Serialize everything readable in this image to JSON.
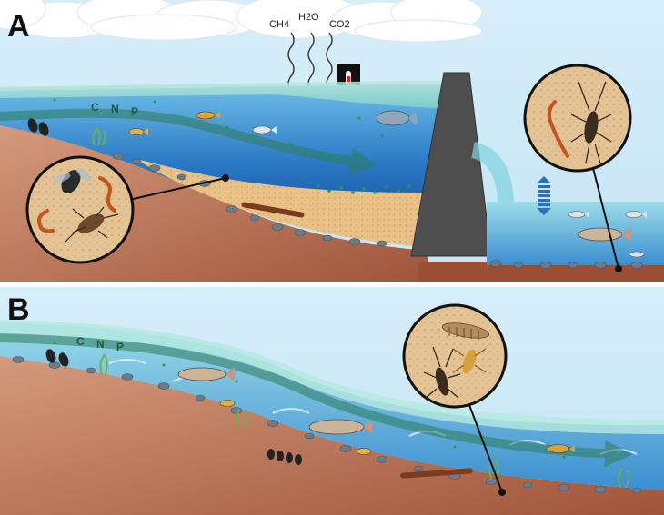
{
  "panels": [
    {
      "id": "A",
      "label": "A",
      "gases": [
        "CH4",
        "H2O",
        "CO2"
      ],
      "nutrients": [
        "C",
        "N",
        "P"
      ]
    },
    {
      "id": "B",
      "label": "B",
      "nutrients": [
        "C",
        "N",
        "P"
      ]
    }
  ],
  "colors": {
    "sky": "#cde8f6",
    "water": "#3d8fd0",
    "deep_water": "#0f4f99",
    "sediment": "#e7c080",
    "bank": "#b5694a",
    "dam": "#505050",
    "nutrient_arrow": "#2e7d5b"
  },
  "icons": [
    "cloud-icon",
    "thermometer-icon",
    "dam-icon",
    "fish-icon",
    "mussel-icon",
    "aquatic-plant-icon",
    "insect-larva-icon",
    "worm-icon",
    "up-down-arrow-icon"
  ]
}
